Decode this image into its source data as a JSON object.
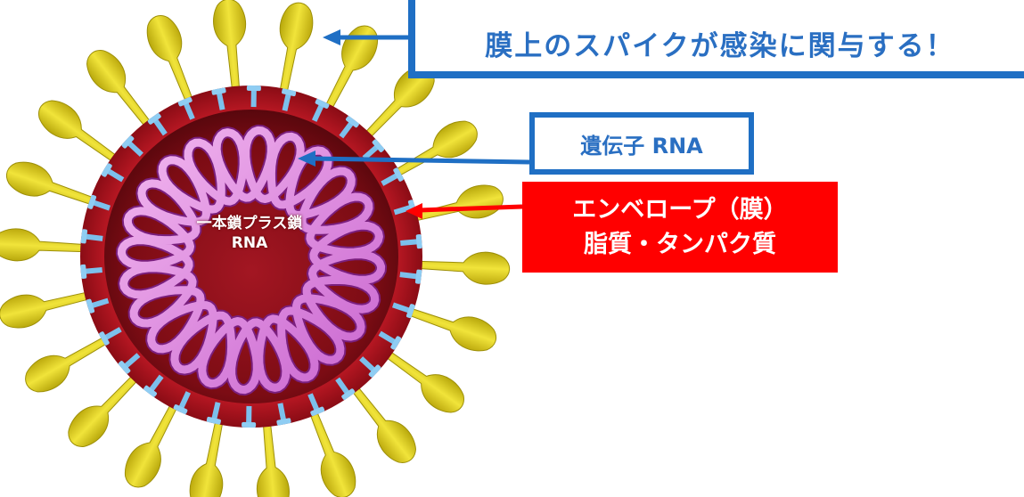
{
  "callouts": {
    "spike": "膜上のスパイクが感染に関与する！",
    "rna": "遺伝子 RNA",
    "envelope_line1": "エンベロープ（膜）",
    "envelope_line2": "脂質・タンパク質"
  },
  "inner_label": {
    "line1": "一本鎖プラス鎖",
    "line2": "RNA"
  },
  "colors": {
    "callout_border": "#1f6fc4",
    "callout_text": "#2a6fc2",
    "envelope_box": "#ff0000",
    "membrane": "#b0101c",
    "interior": "#8c0f18",
    "rna_coil": "#e58ee8",
    "spike": "#e2d21e",
    "protein_stub": "#7cc0ec",
    "arrow_blue": "#1f6fc4",
    "arrow_red": "#ff0000"
  },
  "icons": {
    "virus": "coronavirus-illustration"
  }
}
